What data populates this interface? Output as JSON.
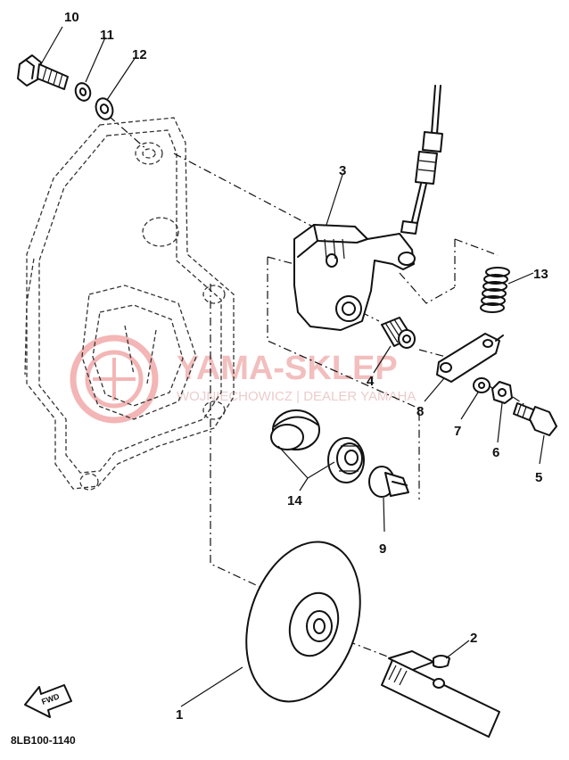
{
  "diagram": {
    "callouts": [
      {
        "id": "1",
        "label": "1"
      },
      {
        "id": "2",
        "label": "2"
      },
      {
        "id": "3",
        "label": "3"
      },
      {
        "id": "4",
        "label": "4"
      },
      {
        "id": "5",
        "label": "5"
      },
      {
        "id": "6",
        "label": "6"
      },
      {
        "id": "7",
        "label": "7"
      },
      {
        "id": "8",
        "label": "8"
      },
      {
        "id": "9",
        "label": "9"
      },
      {
        "id": "10",
        "label": "10"
      },
      {
        "id": "11",
        "label": "11"
      },
      {
        "id": "12",
        "label": "12"
      },
      {
        "id": "13",
        "label": "13"
      },
      {
        "id": "14",
        "label": "14"
      }
    ],
    "fwd_label": "FWD",
    "diagram_code": "8LB100-1140"
  },
  "watermark": {
    "title": "YAMA-SKLEP",
    "subtitle": "WOJNIECHOWICZ | DEALER YAMAHA",
    "color": "#f0b3b3"
  },
  "colors": {
    "ink": "#111111",
    "background": "#ffffff"
  }
}
